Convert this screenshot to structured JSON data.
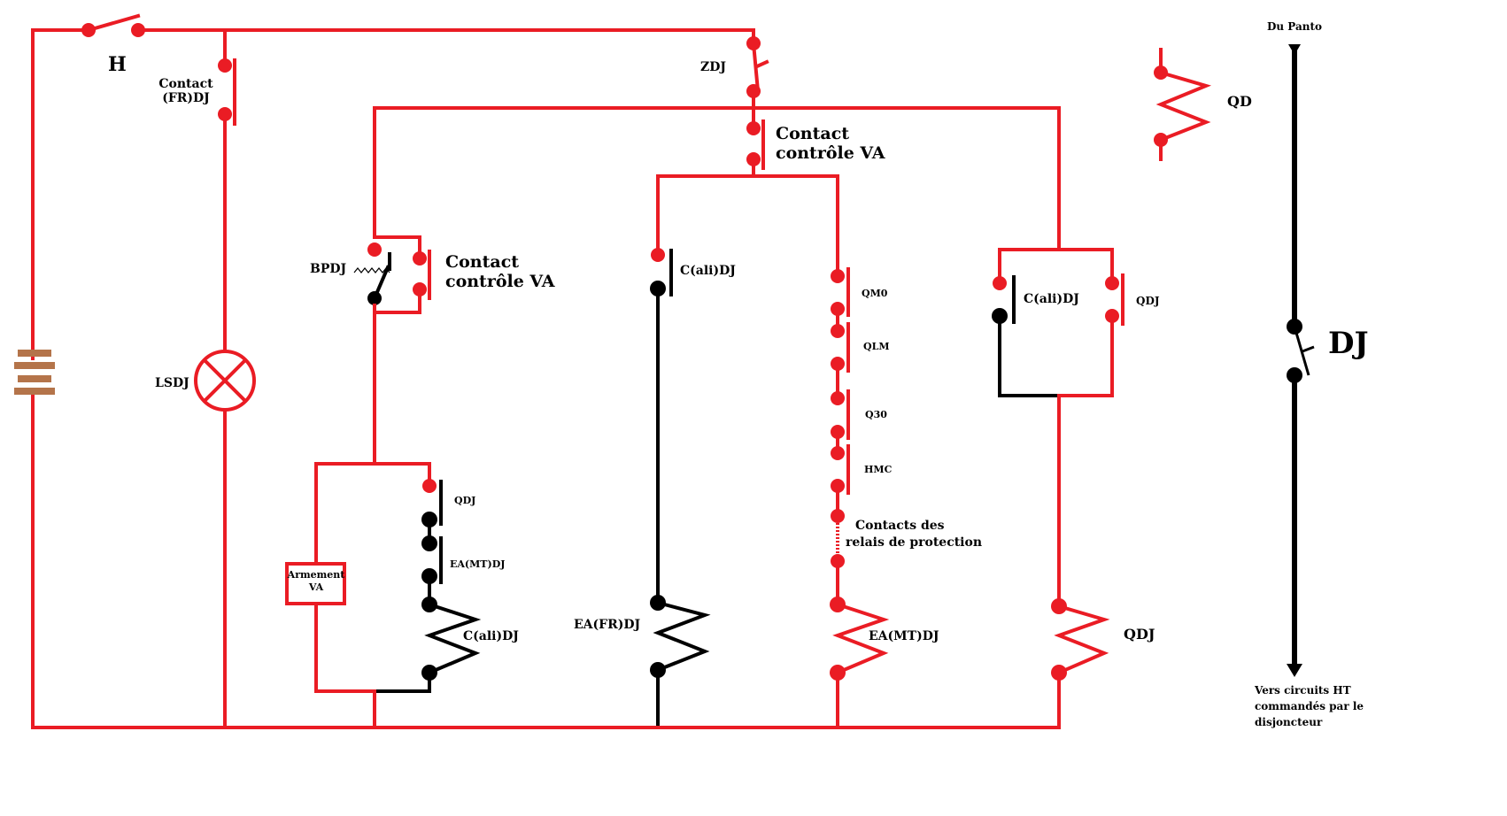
{
  "colors": {
    "wire": "#ea1c24",
    "black_wire": "#000000",
    "battery": "#b4744a",
    "background": "#ffffff"
  },
  "icons": [
    "switch-icon",
    "push-contact-icon",
    "coil-icon",
    "lamp-icon",
    "battery-icon",
    "pushbutton-icon",
    "arrow-down-icon"
  ],
  "labels": {
    "h": "H",
    "contact_fr_line1": "Contact",
    "contact_fr_line2": "(FR)DJ",
    "lsdj": "LSDJ",
    "zdj": "ZDJ",
    "ccva_top_line1": "Contact",
    "ccva_top_line2": "contrôle VA",
    "bpdj": "BPDJ",
    "ccva_left_line1": "Contact",
    "ccva_left_line2": "contrôle VA",
    "qdj_left": "QDJ",
    "ea_mt_left": "EA(MT)DJ",
    "armement_line1": "Armement",
    "armement_line2": "VA",
    "c_ali_left": "C(ali)DJ",
    "c_ali_mid": "C(ali)DJ",
    "ea_fr": "EA(FR)DJ",
    "qm0": "QM0",
    "qlm": "QLM",
    "q30": "Q30",
    "hmc": "HMC",
    "relais_line1": "Contacts des",
    "relais_line2": "relais de protection",
    "ea_mt_right": "EA(MT)DJ",
    "c_ali_right": "C(ali)DJ",
    "qdj_contact_right": "QDJ",
    "qdj_coil_right": "QDJ",
    "qd": "QD",
    "du_panto": "Du Panto",
    "dj": "DJ",
    "vers_line1": "Vers circuits HT",
    "vers_line2": "commandés par le",
    "vers_line3": "disjoncteur"
  }
}
